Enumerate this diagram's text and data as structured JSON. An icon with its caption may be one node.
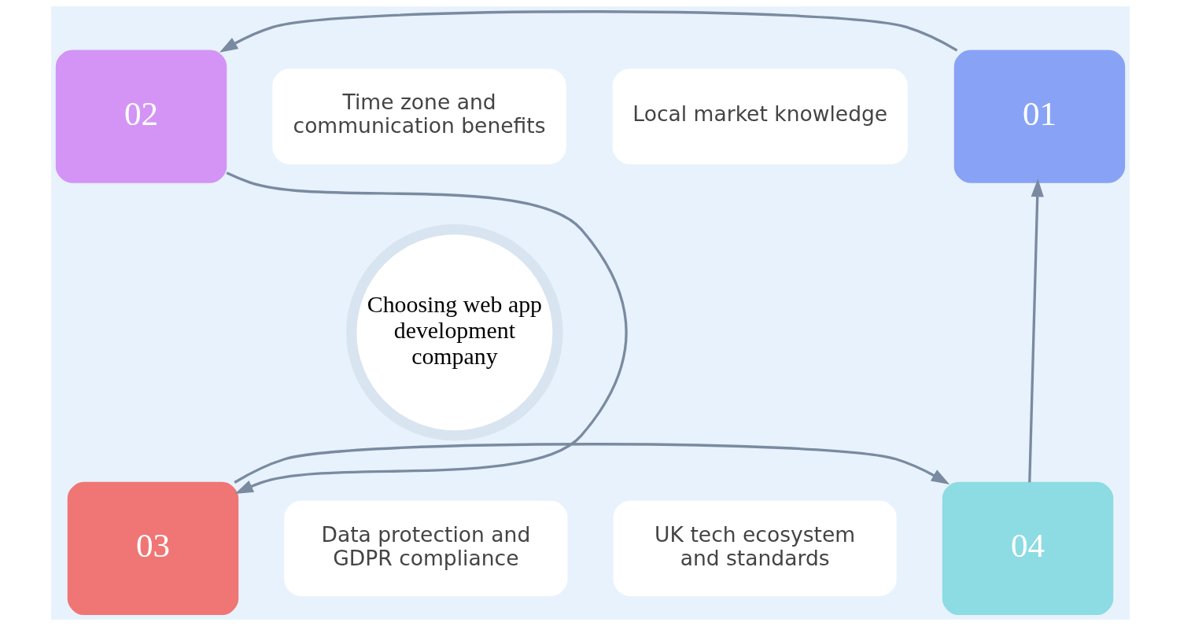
{
  "diagram": {
    "nodes": [
      {
        "text": [
          "Choosing web app development company"
        ]
      },
      {
        "text": [
          "01"
        ]
      },
      {
        "text": [
          "02"
        ]
      },
      {
        "text": [
          "03"
        ]
      },
      {
        "text": [
          "04"
        ]
      },
      {
        "text": [
          "Local market knowledge"
        ]
      },
      {
        "text": [
          "Time zone and communication benefits"
        ]
      },
      {
        "text": [
          "Data protection and GDPR compliance"
        ]
      },
      {
        "text": [
          "UK tech ecosystem and standards"
        ]
      }
    ],
    "edges": [
      {
        "from": 1,
        "to": 2,
        "arrow": "to"
      },
      {
        "from": 2,
        "to": 3,
        "arrow": "to"
      },
      {
        "from": 3,
        "to": 4,
        "arrow": "to"
      },
      {
        "from": 4,
        "to": 1,
        "arrow": "to"
      }
    ]
  }
}
